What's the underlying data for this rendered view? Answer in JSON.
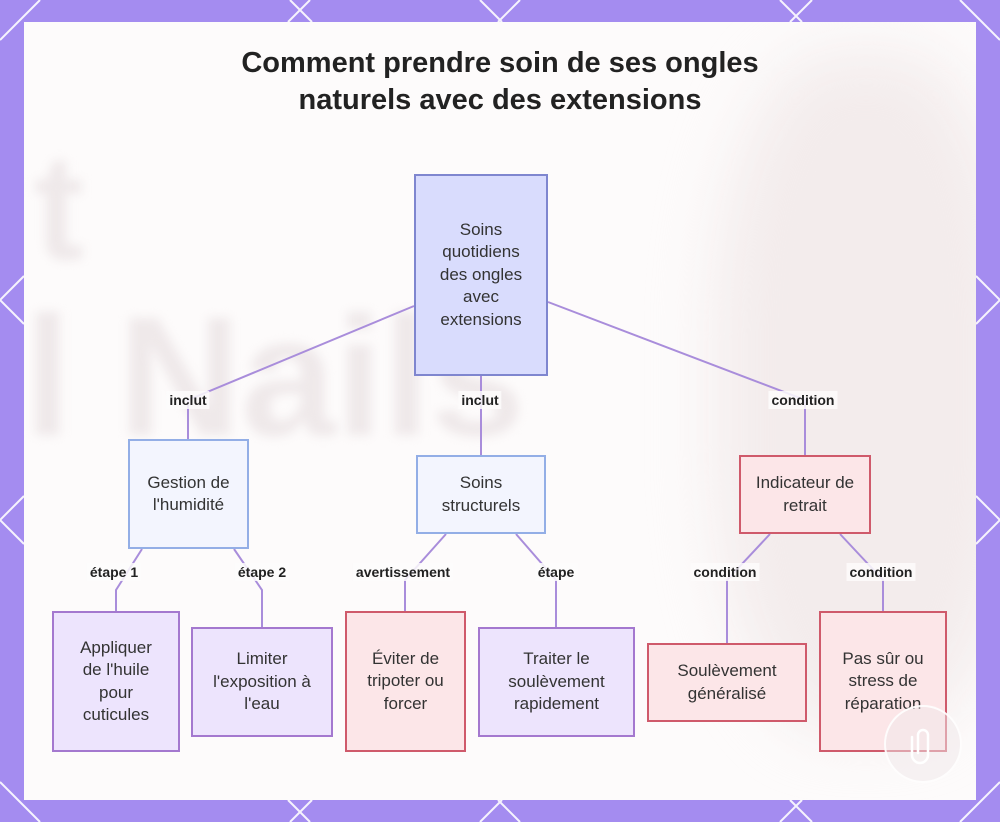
{
  "title": {
    "line1": "Comment prendre soin de ses ongles",
    "line2": "naturels avec des extensions"
  },
  "nodes": {
    "root": "Soins quotidiens des ongles avec extensions",
    "humidity": "Gestion de l'humidité",
    "structural": "Soins structurels",
    "removal": "Indicateur de retrait",
    "oil": "Appliquer de l'huile pour cuticules",
    "water": "Limiter l'exposition à l'eau",
    "tamper": "Éviter de tripoter ou forcer",
    "lifting": "Traiter le soulèvement rapidement",
    "general": "Soulèvement généralisé",
    "unsure": "Pas sûr ou stress de réparation"
  },
  "edges": {
    "root_humidity": "inclut",
    "root_structural": "inclut",
    "root_removal": "condition",
    "humidity_oil": "étape 1",
    "humidity_water": "étape 2",
    "structural_tamper": "avertissement",
    "structural_lifting": "étape",
    "removal_general": "condition",
    "removal_unsure": "condition"
  },
  "background_text": [
    "t",
    "l Nails"
  ],
  "colors": {
    "frame": "#a48cf0",
    "root_fill": "#d9dcfd",
    "root_border": "#7f86cf",
    "category_fill": "#f3f5fe",
    "category_border": "#93aee6",
    "step_fill": "#ede4fd",
    "step_border": "#a478cf",
    "warning_fill": "#fce6e8",
    "warning_border": "#cf5a6b",
    "edge": "#a98ddb"
  }
}
